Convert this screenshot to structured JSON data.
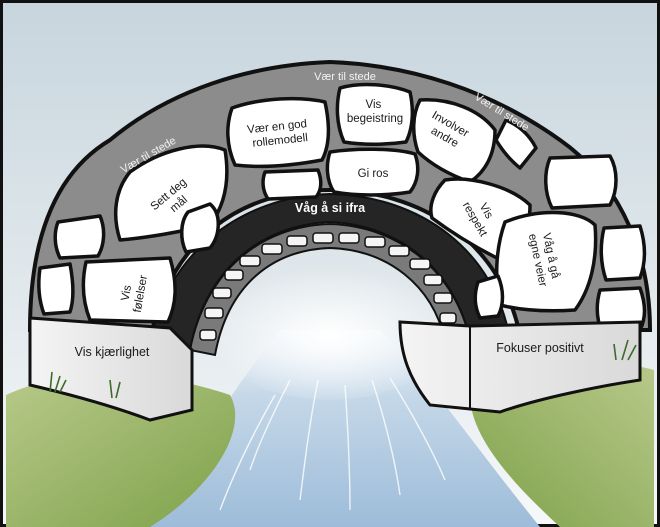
{
  "arch_top": [
    {
      "id": "top-left",
      "text": "Vær til stede"
    },
    {
      "id": "top-center",
      "text": "Vær til stede"
    },
    {
      "id": "top-right",
      "text": "Vær til stede"
    }
  ],
  "stones": {
    "sett_deg_mal": [
      "Sett deg",
      "mål"
    ],
    "vaer_rollemodell": [
      "Vær en god",
      "rollemodell"
    ],
    "vis_begeistring": [
      "Vis",
      "begeistring"
    ],
    "involver_andre": [
      "Involver",
      "andre"
    ],
    "gi_ros": [
      "Gi ros"
    ],
    "vis_folelser": [
      "Vis",
      "følelser"
    ],
    "vis_respekt": [
      "Vis",
      "respekt"
    ],
    "vag_egne_veier": [
      "Våg å gå",
      "egne veier"
    ]
  },
  "keystone": "Våg å si ifra",
  "pillars": {
    "left": "Vis kjærlighet",
    "right": "Fokuser positivt"
  },
  "colors": {
    "sky_top": "#cfdbe2",
    "sky_bottom": "#f4f7f8",
    "arch_outer": "#8a8a8a",
    "stone_fill": "#ffffff",
    "inner_band": "#2a2a2a",
    "grass": "#93b25a",
    "water": "#a9c6df"
  }
}
